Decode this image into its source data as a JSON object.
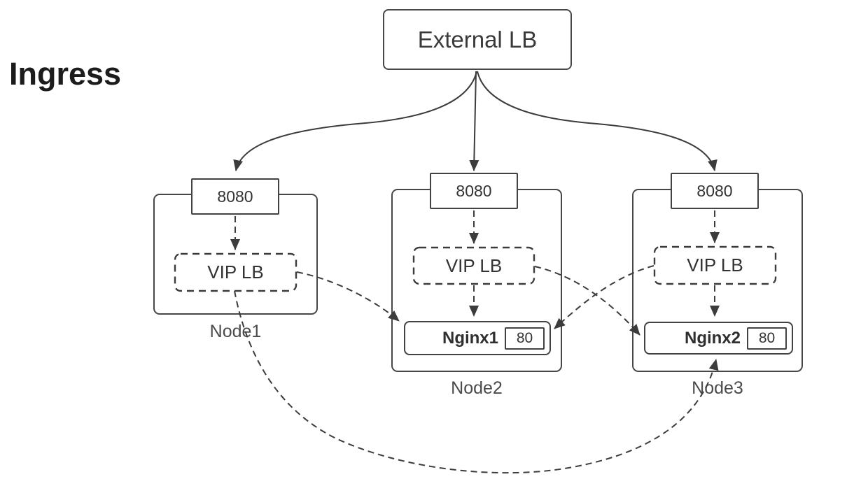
{
  "title": "Ingress",
  "external_lb": {
    "label": "External LB"
  },
  "nodes": [
    {
      "label": "Node1",
      "port": "8080",
      "vip_lb": "VIP LB"
    },
    {
      "label": "Node2",
      "port": "8080",
      "vip_lb": "VIP LB",
      "nginx": {
        "name": "Nginx1",
        "port": "80"
      }
    },
    {
      "label": "Node3",
      "port": "8080",
      "vip_lb": "VIP LB",
      "nginx": {
        "name": "Nginx2",
        "port": "80"
      }
    }
  ],
  "colors": {
    "background": "#ffffff",
    "stroke": "#3c3c3c",
    "title_text": "#1c1c1c",
    "box_text": "#333333",
    "node_label_text": "#4a4a4a"
  }
}
